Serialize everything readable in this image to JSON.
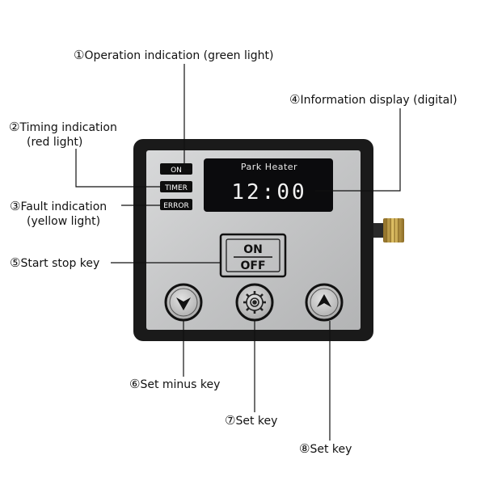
{
  "callouts": {
    "c1": {
      "num": "①",
      "text": "Operation indication (green light)"
    },
    "c2": {
      "num": "②",
      "text": "Timing indication",
      "text2": "(red light)"
    },
    "c3": {
      "num": "③",
      "text": "Fault indication",
      "text2": "(yellow light)"
    },
    "c4": {
      "num": "④",
      "text": "Information display (digital)"
    },
    "c5": {
      "num": "⑤",
      "text": "Start stop key"
    },
    "c6": {
      "num": "⑥",
      "text": "Set minus key"
    },
    "c7": {
      "num": "⑦",
      "text": "Set key"
    },
    "c8": {
      "num": "⑧",
      "text": "Set key"
    }
  },
  "device": {
    "indicators": {
      "on": "ON",
      "timer": "TIMER",
      "error": "ERROR"
    },
    "display": {
      "title": "Park Heater",
      "time": "12:00"
    },
    "power_key": {
      "on": "ON",
      "off": "OFF"
    }
  },
  "colors": {
    "frame": "#1a1a1a",
    "panel": "#c9cacb",
    "screen": "#0b0b0d",
    "antenna": "#c8a24a"
  }
}
